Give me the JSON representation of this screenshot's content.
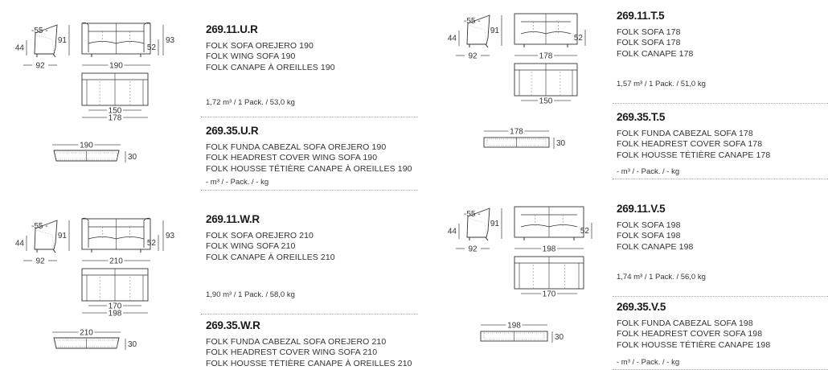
{
  "products": [
    {
      "code": "269.11.U.R",
      "names": [
        "FOLK SOFA OREJERO 190",
        "FOLK WING SOFA 190",
        "FOLK CANAPE À OREILLES 190"
      ],
      "pack": "1,72 m³ / 1 Pack. / 53,0 kg"
    },
    {
      "code": "269.35.U.R",
      "names": [
        "FOLK FUNDA CABEZAL SOFA OREJERO 190",
        "FOLK HEADREST COVER WING SOFA 190",
        "FOLK HOUSSE TÉTIÈRE CANAPE À OREILLES 190"
      ],
      "pack": "- m³ / - Pack. /  - kg"
    },
    {
      "code": "269.11.W.R",
      "names": [
        "FOLK SOFA OREJERO 210",
        "FOLK WING SOFA 210",
        "FOLK CANAPE À OREILLES 210"
      ],
      "pack": "1,90 m³ / 1 Pack. / 58,0 kg"
    },
    {
      "code": "269.35.W.R",
      "names": [
        "FOLK FUNDA CABEZAL SOFA OREJERO 210",
        "FOLK HEADREST COVER WING SOFA 210",
        "FOLK HOUSSE TÉTIÈRE CANAPE À OREILLES 210"
      ],
      "pack": ""
    },
    {
      "code": "269.11.T.5",
      "names": [
        "FOLK SOFA 178",
        "FOLK SOFA 178",
        "FOLK CANAPE 178"
      ],
      "pack": "1,57 m³ / 1 Pack. / 51,0 kg"
    },
    {
      "code": "269.35.T.5",
      "names": [
        "FOLK FUNDA CABEZAL SOFA 178",
        "FOLK HEADREST COVER SOFA 178",
        "FOLK HOUSSE TÉTIÈRE CANAPE 178"
      ],
      "pack": "- m³ / - Pack. /  - kg"
    },
    {
      "code": "269.11.V.5",
      "names": [
        "FOLK SOFA 198",
        "FOLK SOFA 198",
        "FOLK CANAPE 198"
      ],
      "pack": "1,74 m³ / 1 Pack. / 56,0 kg"
    },
    {
      "code": "269.35.V.5",
      "names": [
        "FOLK FUNDA CABEZAL SOFA 198",
        "FOLK HEADREST COVER SOFA 198",
        "FOLK HOUSSE TÉTIÈRE CANAPE 198"
      ],
      "pack": "- m³ / - Pack. /  - kg"
    }
  ],
  "drawings": [
    {
      "type": "sofa",
      "wing": true,
      "depth_seat": "55",
      "seat_h": "44",
      "depth": "92",
      "height": "91",
      "width": "190",
      "arm_h": "52",
      "total_h": "93",
      "inner": "150",
      "outer": "178"
    },
    {
      "type": "pillow",
      "wing": true,
      "width": "190",
      "thick": "30"
    },
    {
      "type": "sofa",
      "wing": true,
      "depth_seat": "55",
      "seat_h": "44",
      "depth": "92",
      "height": "91",
      "width": "210",
      "arm_h": "52",
      "total_h": "93",
      "inner": "170",
      "outer": "198"
    },
    {
      "type": "pillow",
      "wing": true,
      "width": "210",
      "thick": "30"
    },
    {
      "type": "sofa",
      "wing": false,
      "depth_seat": "55",
      "seat_h": "44",
      "depth": "92",
      "height": "91",
      "width": "178",
      "arm_h": "52",
      "inner": "150"
    },
    {
      "type": "pillow",
      "wing": false,
      "width": "178",
      "thick": "30"
    },
    {
      "type": "sofa",
      "wing": false,
      "depth_seat": "55",
      "seat_h": "44",
      "depth": "92",
      "height": "91",
      "width": "198",
      "arm_h": "52",
      "inner": "170"
    },
    {
      "type": "pillow",
      "wing": false,
      "width": "198",
      "thick": "30"
    }
  ],
  "colors": {
    "line": "#333333",
    "dim": "#555555",
    "separator": "#aaaaaa"
  }
}
